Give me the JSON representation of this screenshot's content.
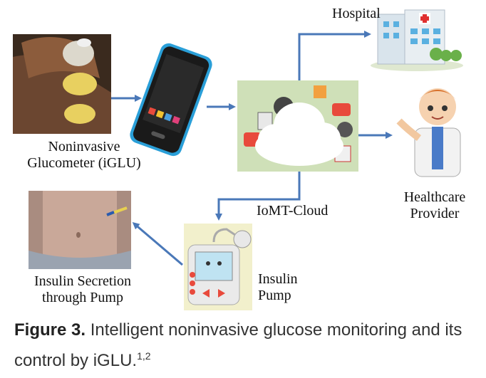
{
  "labels": {
    "hospital": "Hospital",
    "glucometer_line1": "Noninvasive",
    "glucometer_line2": "Glucometer  (iGLU)",
    "healthcare_line1": "Healthcare",
    "healthcare_line2": "Provider",
    "cloud": "IoMT-Cloud",
    "secretion_line1": "Insulin Secretion",
    "secretion_line2": "through Pump",
    "pump_line1": "Insulin",
    "pump_line2": "Pump"
  },
  "caption": {
    "figure_label": "Figure 3.",
    "text": " Intelligent noninvasive glucose monitoring and its control by iGLU.",
    "refs": "1,2"
  },
  "colors": {
    "arrow": "#4a78b8",
    "phone_body": "#2a9fd8",
    "cloud_bg": "#cfe0b8",
    "hospital_cross": "#e03030"
  },
  "icons": [
    "finger-sensor-photo",
    "smartphone-icon",
    "cloud-icon",
    "hospital-icon",
    "doctor-icon",
    "abdomen-photo",
    "insulin-pump-icon"
  ]
}
